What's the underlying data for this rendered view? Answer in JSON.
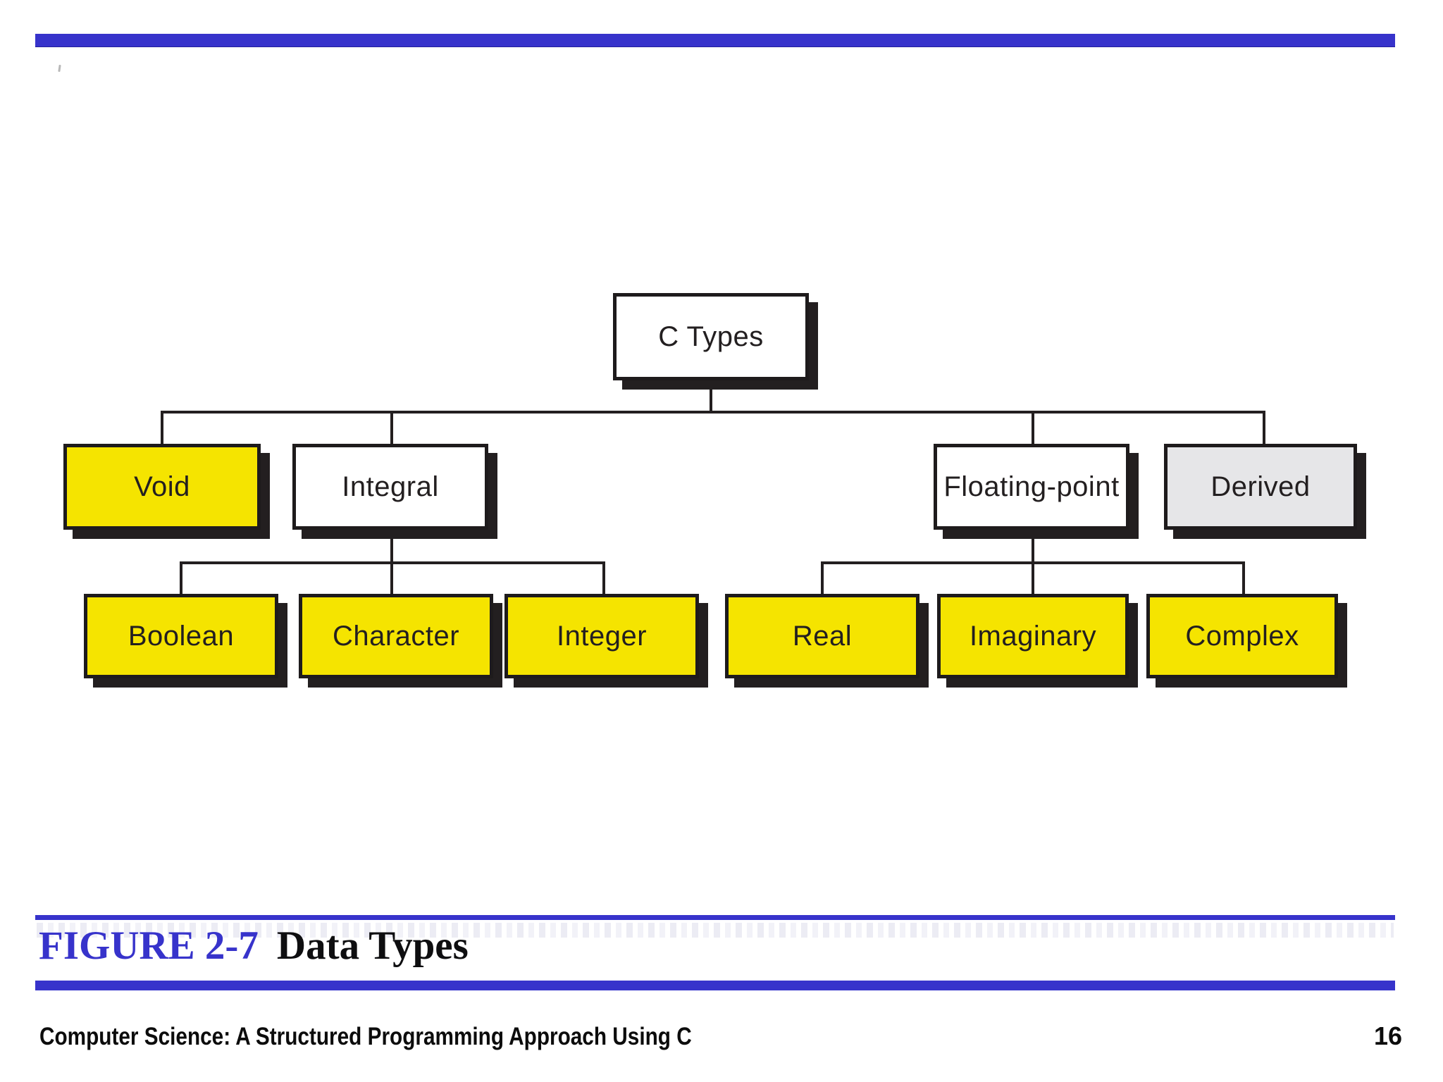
{
  "diagram": {
    "root": {
      "label": "C Types"
    },
    "level2": [
      {
        "label": "Void",
        "fill": "yellow"
      },
      {
        "label": "Integral",
        "fill": "white"
      },
      {
        "label": "Floating-point",
        "fill": "white"
      },
      {
        "label": "Derived",
        "fill": "gray"
      }
    ],
    "integral_children": [
      {
        "label": "Boolean"
      },
      {
        "label": "Character"
      },
      {
        "label": "Integer"
      }
    ],
    "floating_children": [
      {
        "label": "Real"
      },
      {
        "label": "Imaginary"
      },
      {
        "label": "Complex"
      }
    ],
    "colors": {
      "node_yellow": "#f5e400",
      "node_white": "#ffffff",
      "node_gray": "#e6e6e8",
      "ink": "#231f20",
      "accent_blue": "#3733cb"
    }
  },
  "caption": {
    "figure_label": "FIGURE 2-7",
    "figure_title": "Data Types"
  },
  "footer": {
    "book_title": "Computer Science: A Structured Programming Approach Using C",
    "page_number": "16"
  }
}
